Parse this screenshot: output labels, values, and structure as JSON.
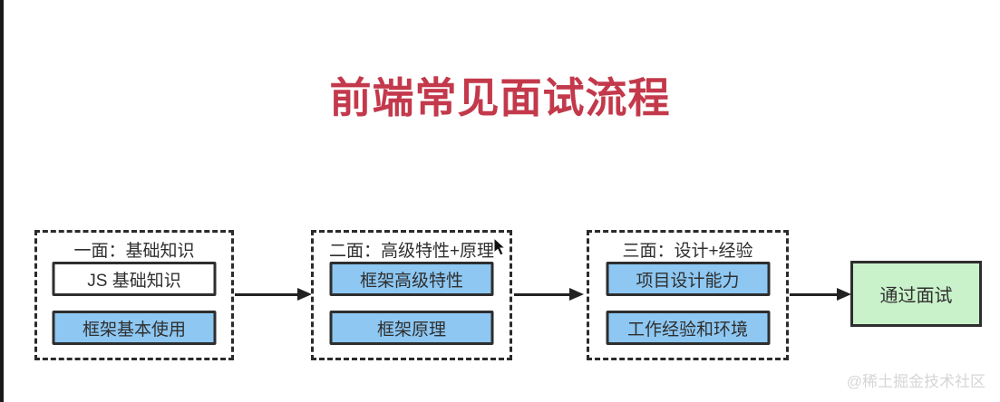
{
  "title": "前端常见面试流程",
  "stages": [
    {
      "label": "一面：基础知识",
      "items": [
        {
          "text": "JS 基础知识",
          "variant": "white"
        },
        {
          "text": "框架基本使用",
          "variant": "blue"
        }
      ]
    },
    {
      "label": "二面：高级特性+原理",
      "items": [
        {
          "text": "框架高级特性",
          "variant": "blue"
        },
        {
          "text": "框架原理",
          "variant": "blue"
        }
      ]
    },
    {
      "label": "三面：设计+经验",
      "items": [
        {
          "text": "项目设计能力",
          "variant": "blue"
        },
        {
          "text": "工作经验和环境",
          "variant": "blue"
        }
      ]
    }
  ],
  "result": {
    "label": "通过面试"
  },
  "watermark": "@稀土掘金技术社区",
  "icons": {
    "cursor": "mouse-pointer-icon"
  },
  "colors": {
    "title": "#c3394b",
    "item_blue": "#8dc7f2",
    "result_green": "#c9f2ca",
    "border_dark": "#2e2e2e"
  }
}
